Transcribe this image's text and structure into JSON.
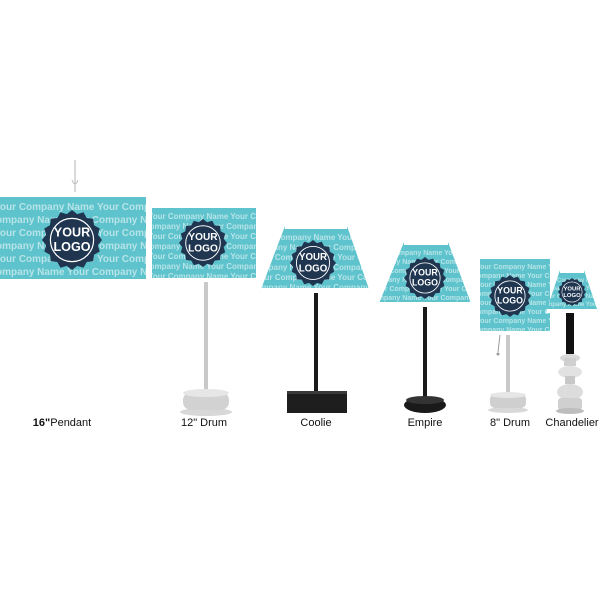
{
  "shade_color": "#5ec3cc",
  "shade_trim_color": "#ffffff",
  "logo_badge_color": "#1f3550",
  "logo_text_line1": "YOUR",
  "logo_text_line2": "LOGO",
  "pattern_text": "Your Company Name",
  "lamps": [
    {
      "label_bold": "16\"",
      "label_rest": "Pendant"
    },
    {
      "label": "12\" Drum"
    },
    {
      "label": "Coolie"
    },
    {
      "label": "Empire"
    },
    {
      "label": "8\" Drum"
    },
    {
      "label": "Chandelier"
    }
  ]
}
